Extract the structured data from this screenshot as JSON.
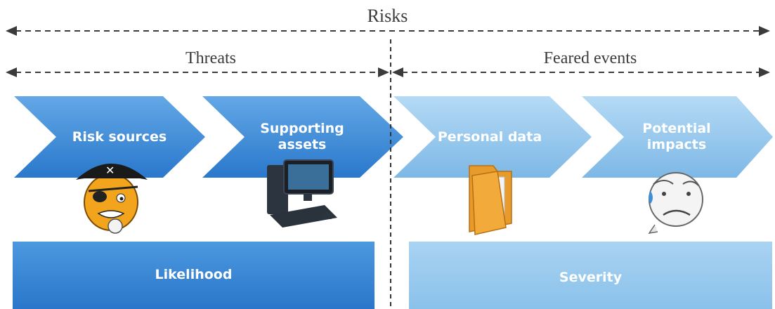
{
  "risks_label": "Risks",
  "threats_label": "Threats",
  "feared_events_label": "Feared events",
  "chevrons": [
    {
      "label": "Risk sources",
      "icon": "pirate-smiley-icon"
    },
    {
      "label": "Supporting assets",
      "icon": "computer-icon"
    },
    {
      "label": "Personal data",
      "icon": "folder-icon"
    },
    {
      "label": "Potential impacts",
      "icon": "sad-face-icon"
    }
  ],
  "bars": {
    "likelihood": "Likelihood",
    "severity": "Severity"
  },
  "colors": {
    "dark_blue": "#2e7fd0",
    "light_blue": "#8ec3ea",
    "text": "#3b3b3b"
  }
}
